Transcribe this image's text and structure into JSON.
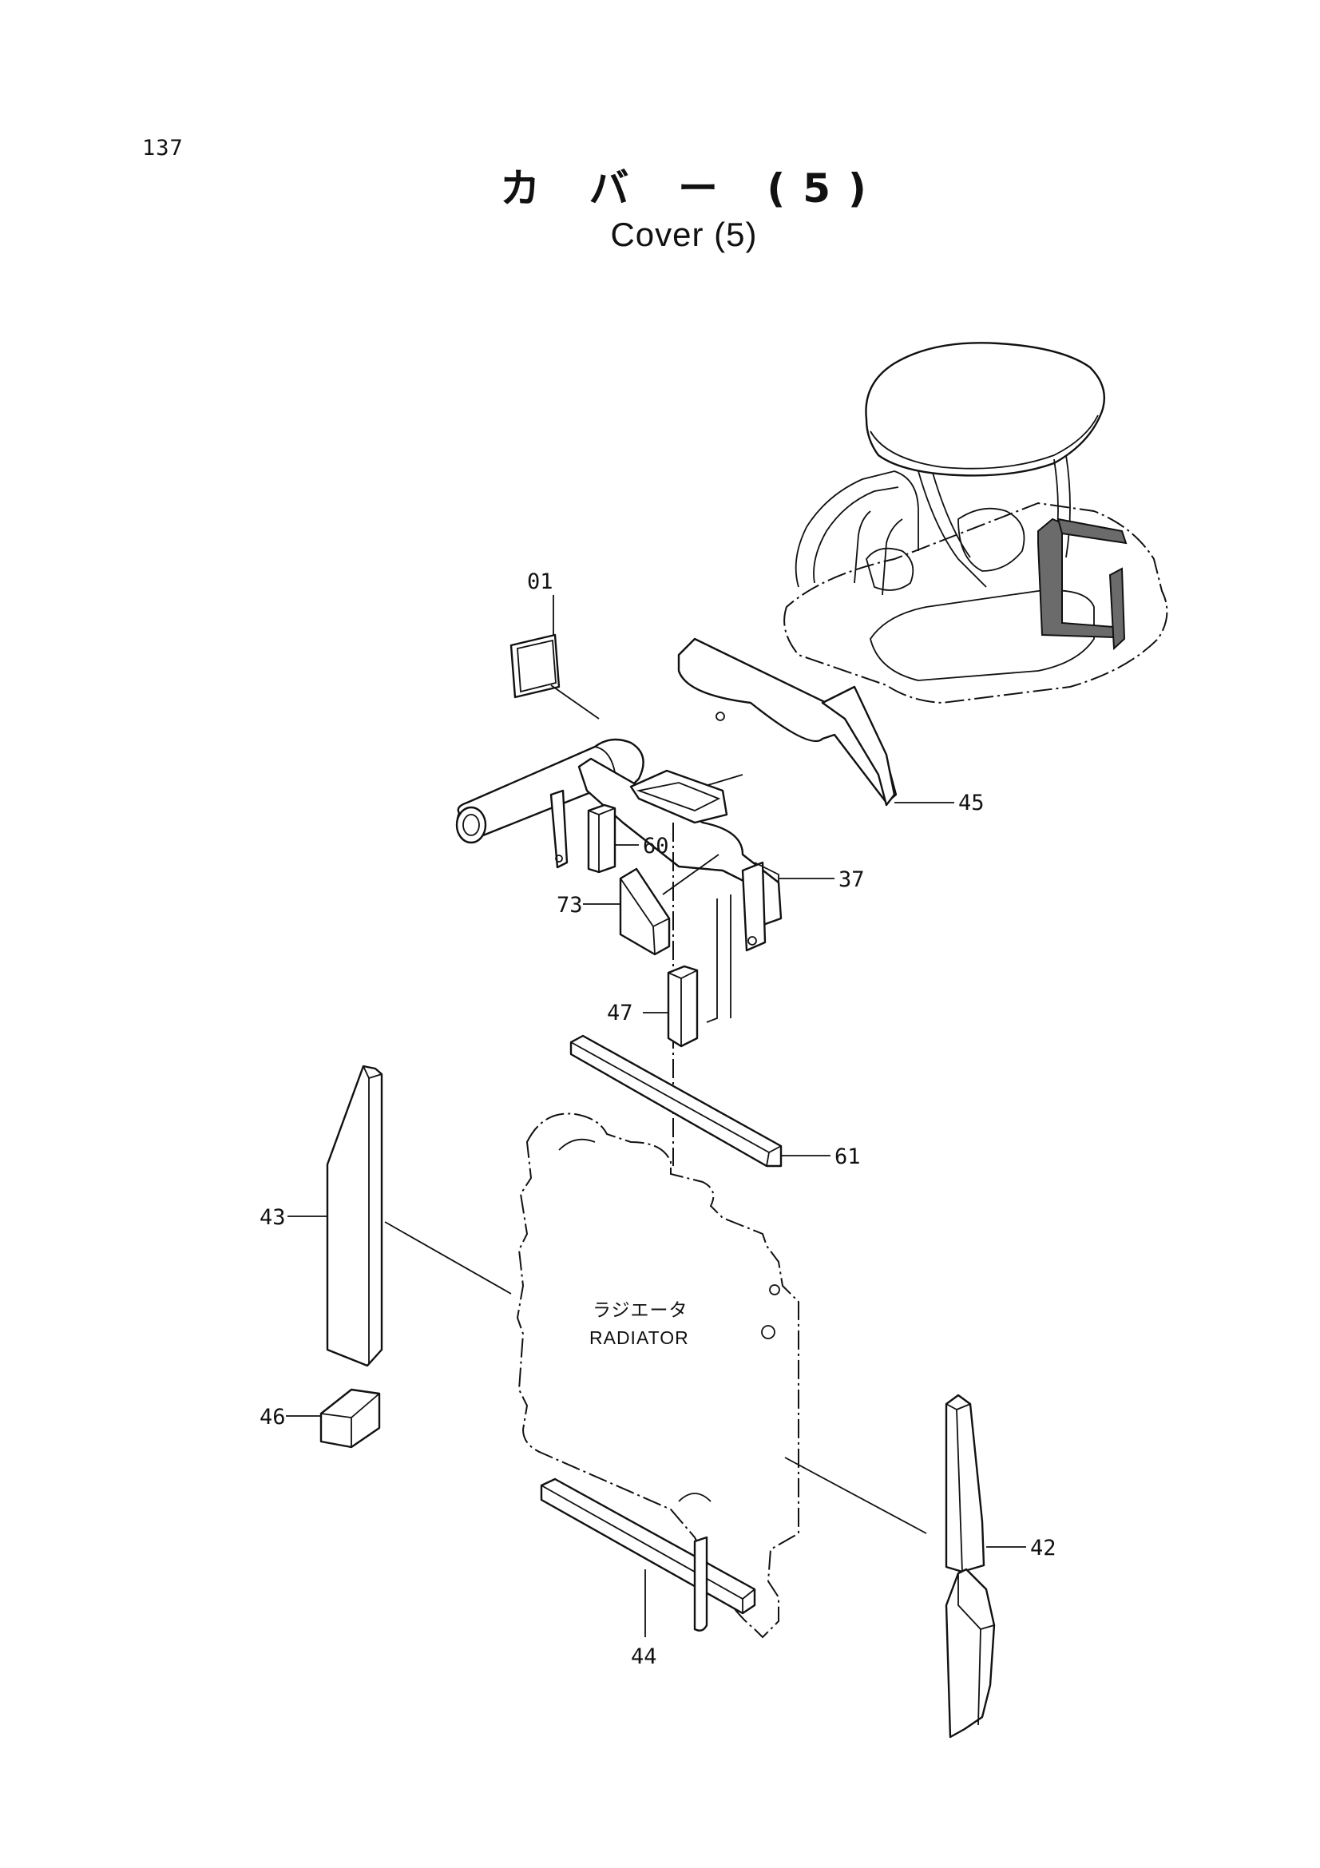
{
  "page": {
    "number": "137",
    "title_jp": "カ バ ー (5)",
    "title_en": "Cover (5)"
  },
  "diagram": {
    "radiator_label_jp": "ラジエータ",
    "radiator_label_en": "RADIATOR",
    "callouts": {
      "p01": "01",
      "p37": "37",
      "p42": "42",
      "p43": "43",
      "p44": "44",
      "p45": "45",
      "p46": "46",
      "p47": "47",
      "p60": "60",
      "p61": "61",
      "p73": "73"
    }
  }
}
